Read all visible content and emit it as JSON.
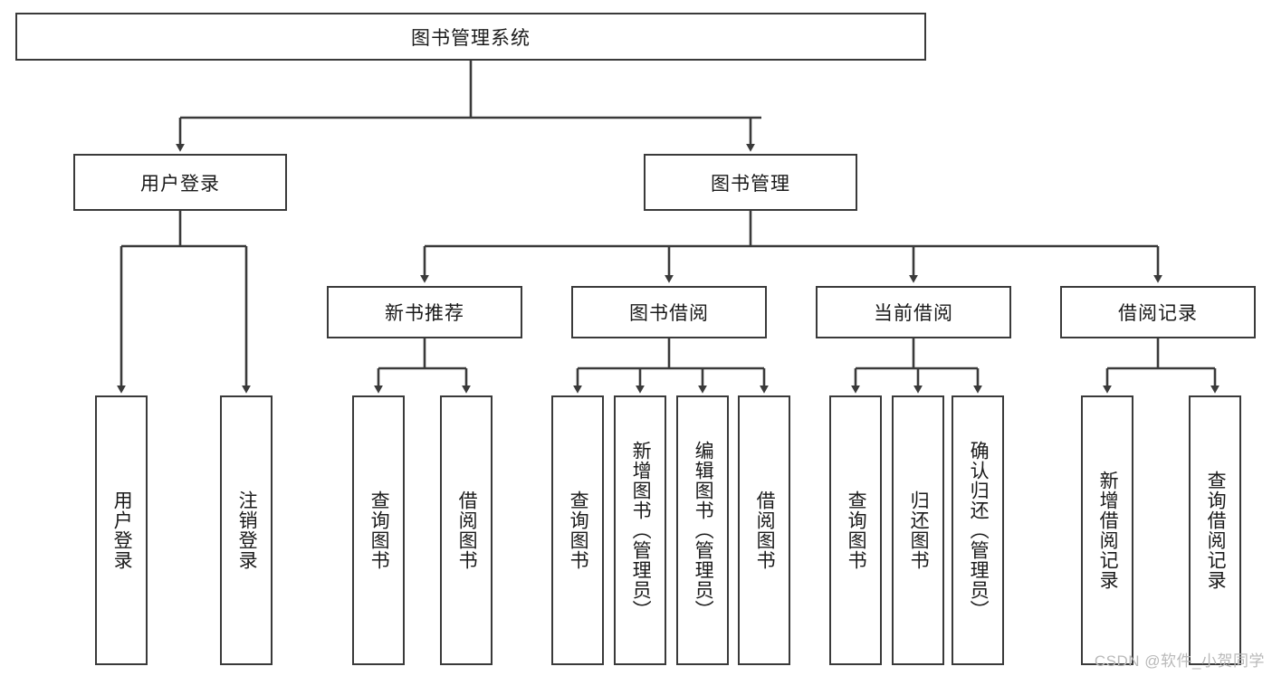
{
  "diagram": {
    "title": "图书管理系统",
    "type": "tree-hierarchy",
    "watermark": "CSDN @软件_小贺同学",
    "colors": {
      "box_border": "#3a3a3a",
      "box_fill": "#ffffff",
      "edge": "#3a3a3a",
      "text": "#1a1a1a",
      "watermark": "#b9b9b9"
    },
    "nodes": {
      "root": {
        "label": "图书管理系统",
        "orientation": "horizontal",
        "level": 1
      },
      "l2": [
        {
          "label": "用户登录",
          "orientation": "horizontal",
          "level": 2
        },
        {
          "label": "图书管理",
          "orientation": "horizontal",
          "level": 2
        }
      ],
      "l3": [
        {
          "label": "新书推荐",
          "orientation": "horizontal",
          "level": 3
        },
        {
          "label": "图书借阅",
          "orientation": "horizontal",
          "level": 3
        },
        {
          "label": "当前借阅",
          "orientation": "horizontal",
          "level": 3
        },
        {
          "label": "借阅记录",
          "orientation": "horizontal",
          "level": 3
        }
      ],
      "leaves": {
        "user_login": [
          {
            "label": "用户登录",
            "orientation": "vertical"
          },
          {
            "label": "注销登录",
            "orientation": "vertical"
          }
        ],
        "new_book_recommend": [
          {
            "label": "查询图书",
            "orientation": "vertical"
          },
          {
            "label": "借阅图书",
            "orientation": "vertical"
          }
        ],
        "book_borrow": [
          {
            "label": "查询图书",
            "orientation": "vertical"
          },
          {
            "label": "新增图书（管理员）",
            "orientation": "vertical"
          },
          {
            "label": "编辑图书（管理员）",
            "orientation": "vertical"
          },
          {
            "label": "借阅图书",
            "orientation": "vertical"
          }
        ],
        "current_borrow": [
          {
            "label": "查询图书",
            "orientation": "vertical"
          },
          {
            "label": "归还图书",
            "orientation": "vertical"
          },
          {
            "label": "确认归还（管理员）",
            "orientation": "vertical"
          }
        ],
        "borrow_record": [
          {
            "label": "新增借阅记录",
            "orientation": "vertical"
          },
          {
            "label": "查询借阅记录",
            "orientation": "vertical"
          }
        ]
      }
    }
  }
}
